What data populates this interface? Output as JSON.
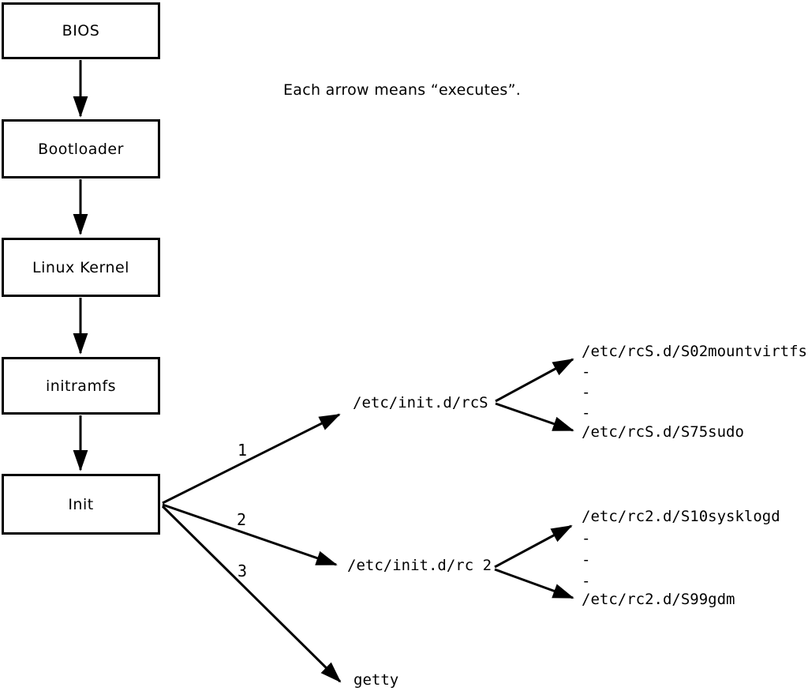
{
  "note": "Each arrow means “executes”.",
  "nodes": {
    "bios": "BIOS",
    "bootloader": "Bootloader",
    "kernel": "Linux Kernel",
    "initramfs": "initramfs",
    "init": "Init"
  },
  "init_targets": {
    "rcS": {
      "order": "1",
      "label": "/etc/init.d/rcS"
    },
    "rc2": {
      "order": "2",
      "label": "/etc/init.d/rc 2"
    },
    "getty": {
      "order": "3",
      "label": "getty"
    }
  },
  "rcS_scripts": {
    "first": "/etc/rcS.d/S02mountvirtfs",
    "dots": [
      "-",
      "-",
      "-"
    ],
    "last": "/etc/rcS.d/S75sudo"
  },
  "rc2_scripts": {
    "first": "/etc/rc2.d/S10sysklogd",
    "dots": [
      "-",
      "-",
      "-"
    ],
    "last": "/etc/rc2.d/S99gdm"
  },
  "colors": {
    "line": "#000000",
    "background": "#ffffff"
  }
}
